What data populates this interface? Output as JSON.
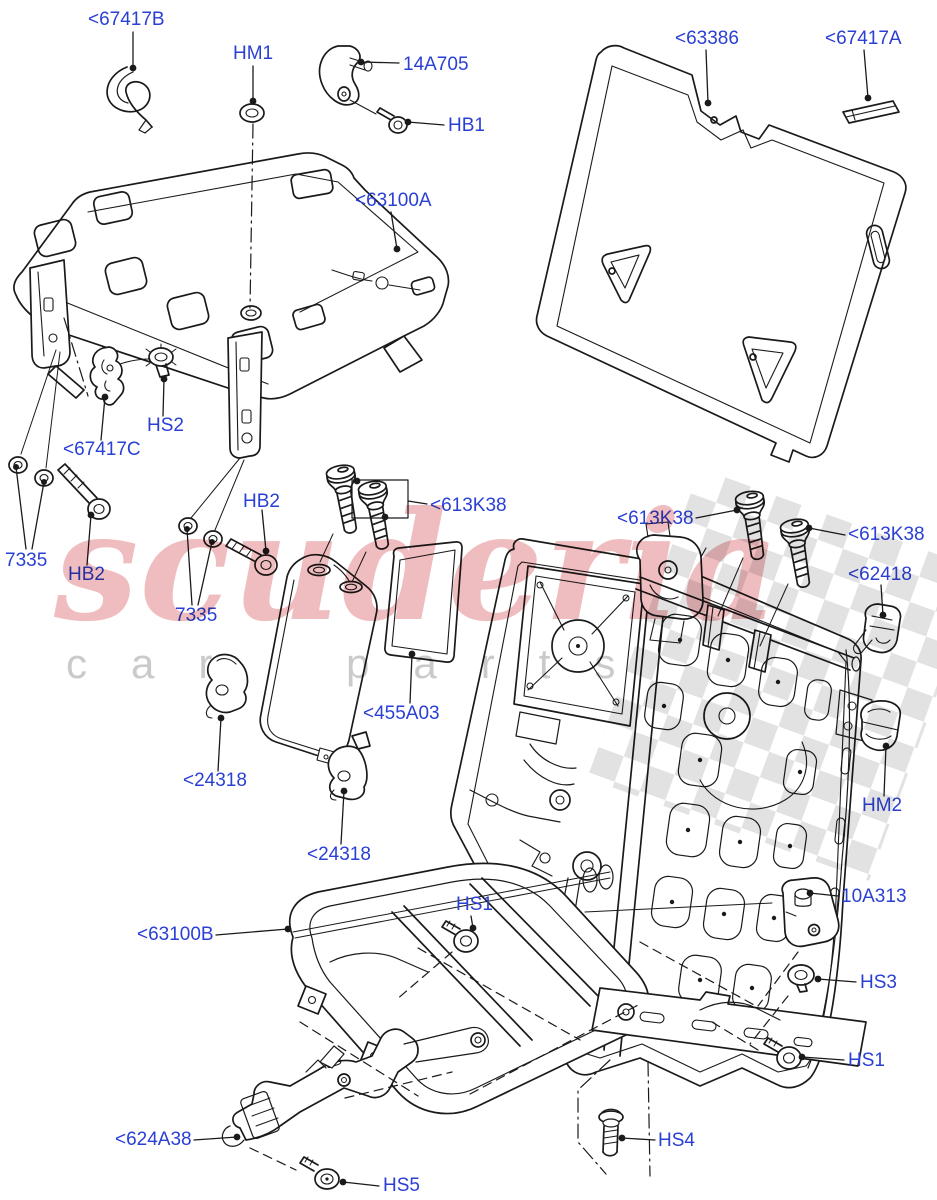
{
  "watermark": {
    "brand": "scuderia",
    "tagline": "car parts"
  },
  "colors": {
    "label_blue": "#2a3fd4",
    "line_black": "#1a1a1a",
    "watermark_pink": "#d65a60",
    "watermark_gray": "#969696",
    "checker_gray": "#a5a5a5",
    "background": "#ffffff"
  },
  "parts": [
    {
      "label": "<67417B"
    },
    {
      "label": "HM1"
    },
    {
      "label": "14A705"
    },
    {
      "label": "HB1"
    },
    {
      "label": "<63386"
    },
    {
      "label": "<67417A"
    },
    {
      "label": "<63100A"
    },
    {
      "label": "HS2"
    },
    {
      "label": "<67417C"
    },
    {
      "label": "7335"
    },
    {
      "label": "HB2"
    },
    {
      "label": "7335"
    },
    {
      "label": "HB2"
    },
    {
      "label": "<613K38"
    },
    {
      "label": "<613K38"
    },
    {
      "label": "<613K38"
    },
    {
      "label": "<62418"
    },
    {
      "label": "<455A03"
    },
    {
      "label": "<24318"
    },
    {
      "label": "<24318"
    },
    {
      "label": "HM2"
    },
    {
      "label": "10A313"
    },
    {
      "label": "HS3"
    },
    {
      "label": "HS1"
    },
    {
      "label": "HS4"
    },
    {
      "label": "HS5"
    },
    {
      "label": "<624A38"
    },
    {
      "label": "<63100B"
    },
    {
      "label": "HS1"
    }
  ]
}
